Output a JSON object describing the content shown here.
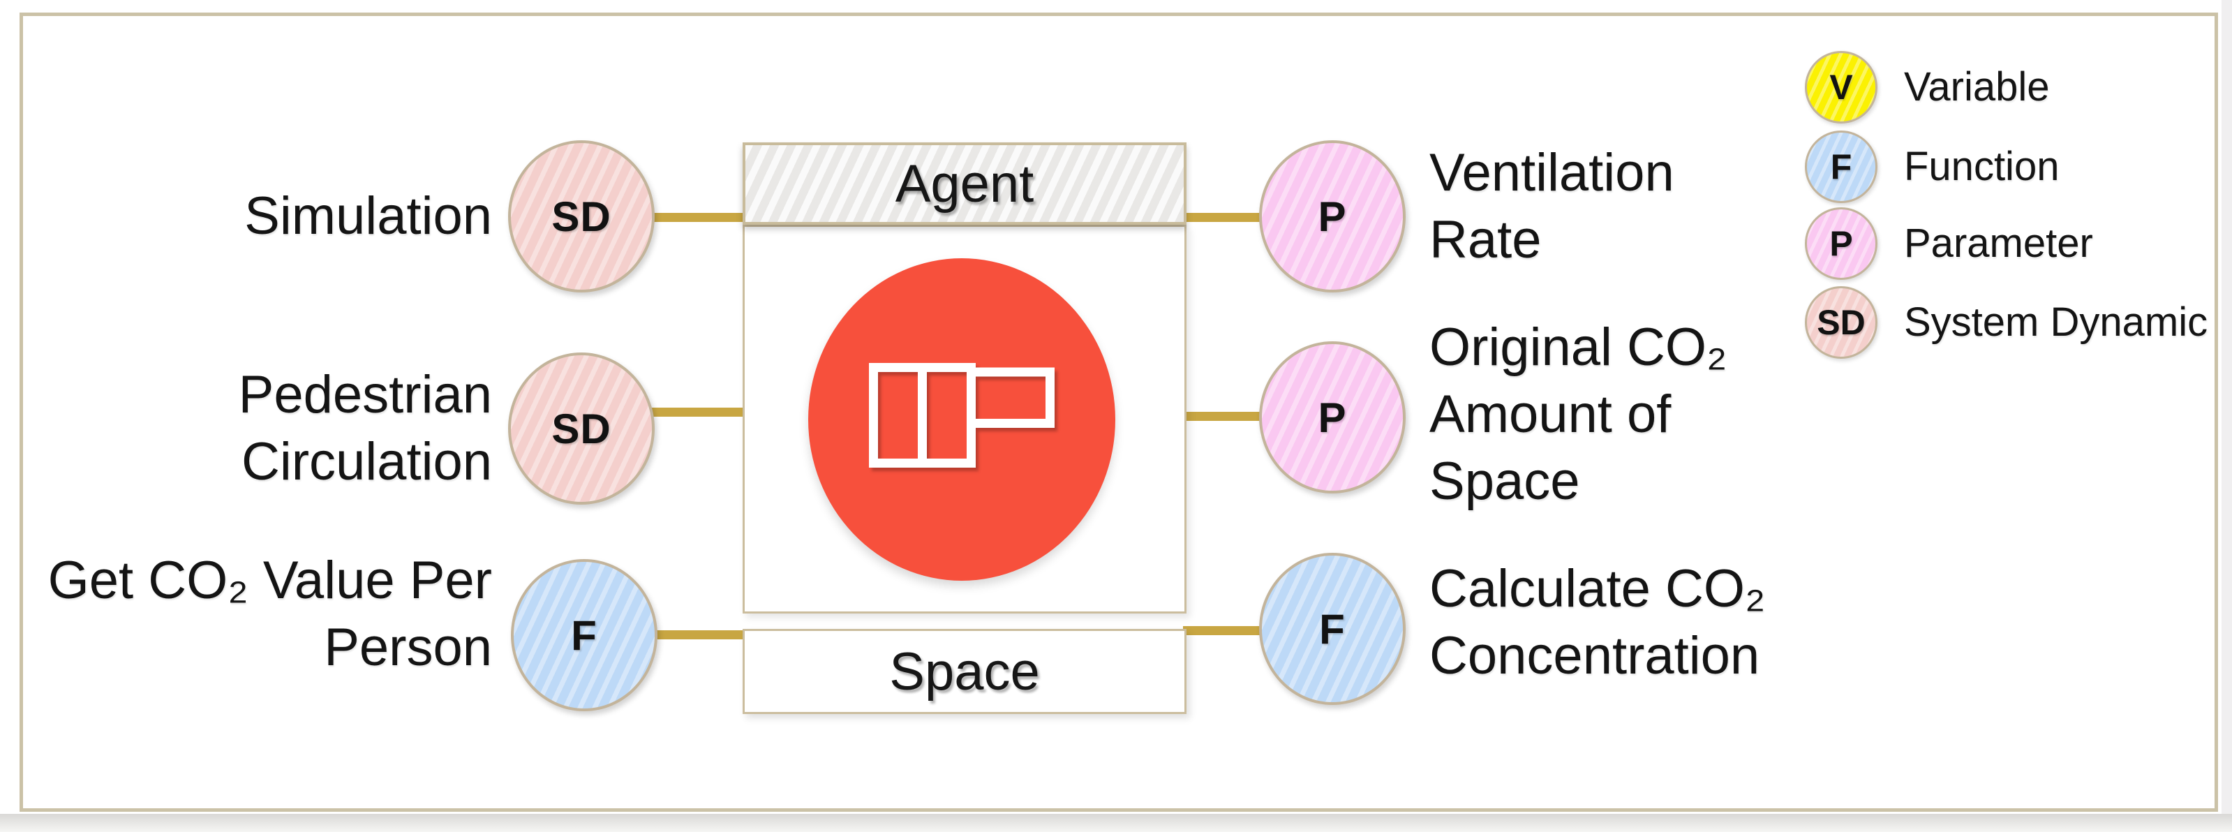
{
  "diagram": {
    "center": {
      "agent_title": "Agent",
      "space_title": "Space",
      "logo": "anylogic-agent-logo"
    },
    "nodes": {
      "left": [
        {
          "type": "SD",
          "color": "#F4CFCC",
          "label_lines": [
            "Simulation"
          ]
        },
        {
          "type": "SD",
          "color": "#F4CFCC",
          "label_lines": [
            "Pedestrian",
            "Circulation"
          ]
        },
        {
          "type": "F",
          "color": "#BDD9F7",
          "label_lines": [
            "Get CO₂ Value Per",
            "Person"
          ]
        }
      ],
      "right": [
        {
          "type": "P",
          "color": "#FAC8F1",
          "label_lines": [
            "Ventilation",
            "Rate"
          ]
        },
        {
          "type": "P",
          "color": "#FAC8F1",
          "label_lines": [
            "Original CO₂",
            "Amount of",
            "Space"
          ]
        },
        {
          "type": "F",
          "color": "#BDD9F7",
          "label_lines": [
            "Calculate CO₂",
            "Concentration"
          ]
        }
      ]
    },
    "legend": {
      "items": [
        {
          "symbol": "V",
          "label": "Variable",
          "color": "#FBF102"
        },
        {
          "symbol": "F",
          "label": "Function",
          "color": "#BDD9F7"
        },
        {
          "symbol": "P",
          "label": "Parameter",
          "color": "#FAC8F1"
        },
        {
          "symbol": "SD",
          "label": "System Dynamic",
          "color": "#F4CFCC"
        }
      ]
    },
    "colors": {
      "connector_gold": "#C8A642",
      "node_border": "#C3B49B",
      "frame_border": "#CBC2A7",
      "agent_red": "#F7503C",
      "header_bg": "#EDECEA"
    }
  }
}
